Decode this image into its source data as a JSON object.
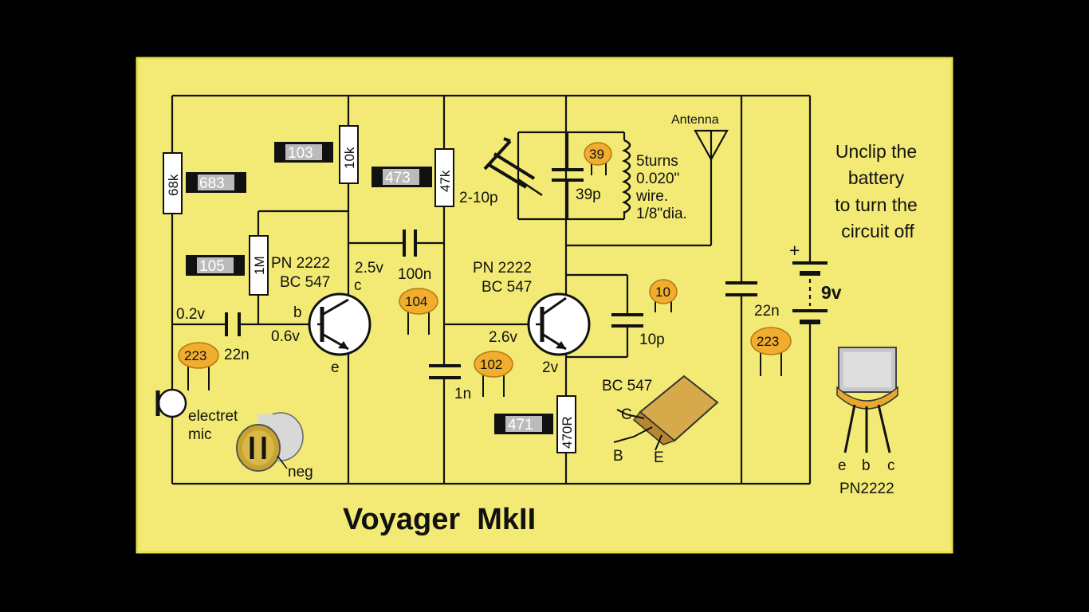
{
  "colors": {
    "frame": "#000000",
    "board": "#f2ea74",
    "wire": "#111111",
    "ceramic": "#f0ad2e",
    "body_grey": "#c8c8c8"
  },
  "diagram": {
    "title": "Voyager  MkII",
    "note": [
      "Unclip the",
      "battery",
      "to turn the",
      "circuit off"
    ],
    "resistors_vertical": [
      {
        "id": "r-68k",
        "label": "68k"
      },
      {
        "id": "r-10k",
        "label": "10k"
      },
      {
        "id": "r-47k",
        "label": "47k"
      },
      {
        "id": "r-1m",
        "label": "1M"
      },
      {
        "id": "r-470r",
        "label": "470R"
      }
    ],
    "smd_codes": [
      {
        "id": "smd-683",
        "label": "683"
      },
      {
        "id": "smd-103",
        "label": "103"
      },
      {
        "id": "smd-473",
        "label": "473"
      },
      {
        "id": "smd-105",
        "label": "105"
      },
      {
        "id": "smd-471",
        "label": "471"
      }
    ],
    "ceramic_codes": [
      {
        "id": "cer-39",
        "label": "39"
      },
      {
        "id": "cer-104",
        "label": "104"
      },
      {
        "id": "cer-10",
        "label": "10"
      },
      {
        "id": "cer-223-left",
        "label": "223"
      },
      {
        "id": "cer-102",
        "label": "102"
      },
      {
        "id": "cer-223-right",
        "label": "223"
      }
    ],
    "labels": {
      "antenna": "Antenna",
      "coil": [
        "5turns",
        "0.020\"",
        "wire.",
        "1/8\"dia."
      ],
      "trimmer": "2-10p",
      "c39p": "39p",
      "t1_type": [
        "PN 2222",
        "BC 547"
      ],
      "t2_type": [
        "PN 2222",
        "BC 547"
      ],
      "v_c1": "2.5v",
      "c100n": "100n",
      "v_mic": "0.2v",
      "pin_b": "b",
      "pin_c": "c",
      "pin_e": "e",
      "v_b1": "0.6v",
      "c22n_left": "22n",
      "v_b2": "2.6v",
      "v_e2": "2v",
      "c10p": "10p",
      "c1n": "1n",
      "c22n_right": "22n",
      "battery_plus": "+",
      "battery_volt": "9v",
      "mic": [
        "electret",
        "mic"
      ],
      "neg": "neg",
      "bc547_pkg": "BC 547",
      "pkg_c": "C",
      "pkg_b": "B",
      "pkg_e": "E",
      "pn_pins": [
        "e",
        "b",
        "c"
      ],
      "pn2222": "PN2222"
    }
  }
}
